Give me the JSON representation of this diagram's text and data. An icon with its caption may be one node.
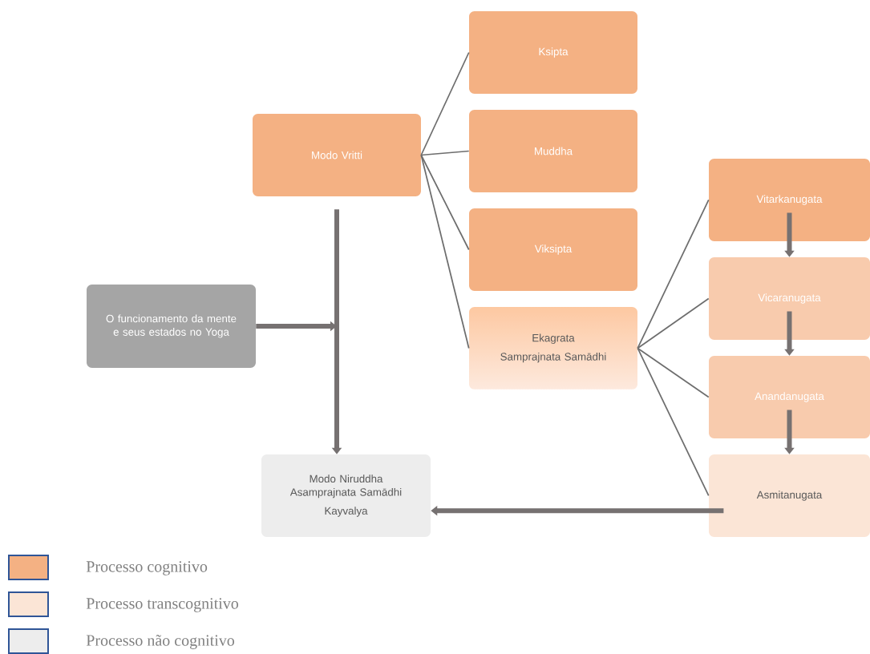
{
  "diagram": {
    "nodes": [
      {
        "text": [
          "Modo Vritti"
        ]
      },
      {
        "text": [
          "Ksipta"
        ]
      },
      {
        "text": [
          "Muddha"
        ]
      },
      {
        "text": [
          "Viksipta"
        ]
      },
      {
        "text": [
          "Ekagrata",
          "Samprajnata Samādhi"
        ]
      },
      {
        "text": [
          "Vitarkanugata"
        ]
      },
      {
        "text": [
          "Vicaranugata"
        ]
      },
      {
        "text": [
          "Anandanugata"
        ]
      },
      {
        "text": [
          "Asmitanugata"
        ]
      },
      {
        "text": [
          "O funcionamento da mente e seus estados no Yoga"
        ]
      },
      {
        "text": [
          "Modo Niruddha Asamprajnata Samādhi",
          "Kayvalya"
        ]
      }
    ],
    "edges": [
      {
        "from": 0,
        "to": 1,
        "arrow": "none"
      },
      {
        "from": 0,
        "to": 2,
        "arrow": "none"
      },
      {
        "from": 0,
        "to": 3,
        "arrow": "none"
      },
      {
        "from": 0,
        "to": 4,
        "arrow": "none"
      },
      {
        "from": 4,
        "to": 5,
        "arrow": "none"
      },
      {
        "from": 4,
        "to": 6,
        "arrow": "none"
      },
      {
        "from": 4,
        "to": 7,
        "arrow": "none"
      },
      {
        "from": 4,
        "to": 8,
        "arrow": "none"
      },
      {
        "from": 5,
        "to": 6,
        "arrow": "to",
        "style": "thick"
      },
      {
        "from": 6,
        "to": 7,
        "arrow": "to",
        "style": "thick"
      },
      {
        "from": 7,
        "to": 8,
        "arrow": "to",
        "style": "thick"
      },
      {
        "from": 0,
        "to": 10,
        "arrow": "to",
        "style": "thick"
      },
      {
        "from": 9,
        "to": null,
        "arrow": "to",
        "style": "thick"
      },
      {
        "from": 8,
        "to": 10,
        "arrow": "to",
        "style": "thick"
      }
    ],
    "legend": [
      {
        "text": "Processo cognitivo",
        "color": "#f4b183"
      },
      {
        "text": "Processo transcognitivo",
        "color": "#fbe5d6"
      },
      {
        "text": "Processo não cognitivo",
        "color": "#ededed"
      }
    ]
  }
}
